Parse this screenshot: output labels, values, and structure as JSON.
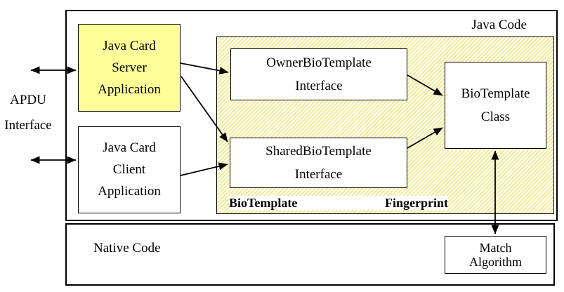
{
  "labels": {
    "java_code": "Java Code",
    "native_code": "Native Code"
  },
  "apdu_interface": {
    "lines": [
      "APDU",
      "Interface"
    ]
  },
  "boxes": {
    "server": {
      "lines": [
        "Java Card",
        "Server",
        "Application"
      ]
    },
    "client": {
      "lines": [
        "Java Card",
        "Client",
        "Application"
      ]
    },
    "owner": {
      "lines": [
        "OwnerBioTemplate",
        "Interface"
      ]
    },
    "shared": {
      "lines": [
        "SharedBioTemplate",
        "Interface"
      ]
    },
    "biotemplate_class": {
      "lines": [
        "BioTemplate",
        "Class"
      ]
    },
    "match": {
      "lines": [
        "Match",
        "Algorithm"
      ]
    }
  },
  "region": {
    "label_left": "BioTemplate",
    "label_right": "Fingerprint"
  },
  "connections": [
    {
      "from": "APDU Interface",
      "to": "Java Card Server Application",
      "bidirectional": true
    },
    {
      "from": "APDU Interface",
      "to": "Java Card Client Application",
      "bidirectional": true
    },
    {
      "from": "Java Card Server Application",
      "to": "OwnerBioTemplate Interface",
      "bidirectional": false
    },
    {
      "from": "Java Card Server Application",
      "to": "SharedBioTemplate Interface",
      "bidirectional": false
    },
    {
      "from": "Java Card Client Application",
      "to": "SharedBioTemplate Interface",
      "bidirectional": false
    },
    {
      "from": "OwnerBioTemplate Interface",
      "to": "BioTemplate Class",
      "bidirectional": false
    },
    {
      "from": "SharedBioTemplate Interface",
      "to": "BioTemplate Class",
      "bidirectional": false
    },
    {
      "from": "BioTemplate Class",
      "to": "Match Algorithm",
      "bidirectional": true
    }
  ],
  "colors": {
    "server_box_fill": "#ffff99",
    "hatch_stripe": "#f0e996",
    "hatch_base": "#fffdf2",
    "line": "#000000",
    "background": "#ffffff"
  }
}
